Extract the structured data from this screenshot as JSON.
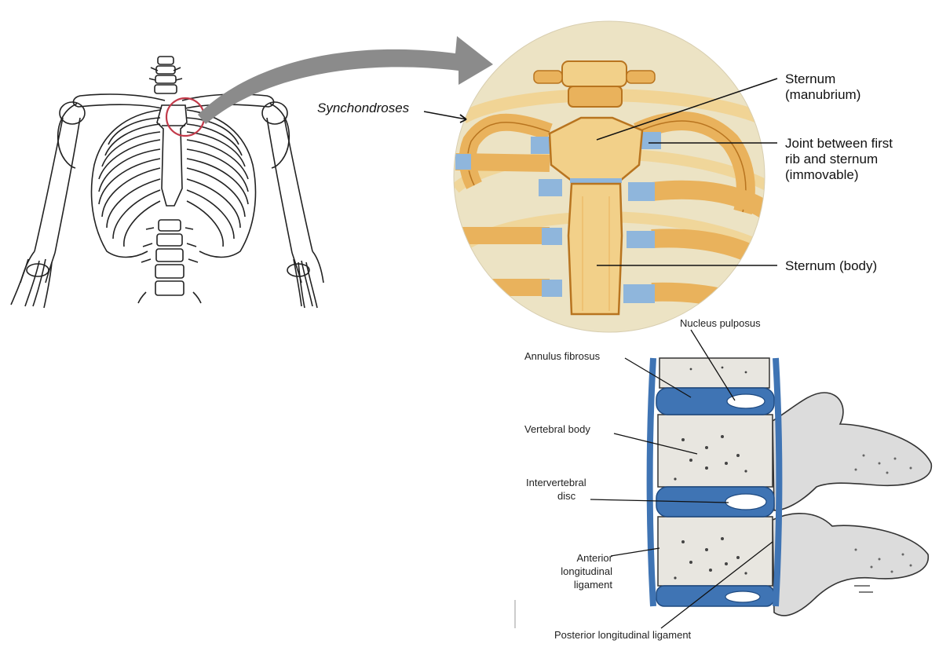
{
  "upper_figure": {
    "callout_label": "Synchondroses",
    "labels": {
      "manubrium_line1": "Sternum",
      "manubrium_line2": "(manubrium)",
      "joint_line1": "Joint between first",
      "joint_line2": "rib and sternum",
      "joint_line3": "(immovable)",
      "body": "Sternum (body)"
    }
  },
  "lower_figure": {
    "labels": {
      "nucleus": "Nucleus pulposus",
      "annulus": "Annulus fibrosus",
      "vertebral_body": "Vertebral body",
      "ivd_line1": "Intervertebral",
      "ivd_line2": "disc",
      "anterior_line1": "Anterior",
      "anterior_line2": "longitudinal",
      "anterior_line3": "ligament",
      "posterior": "Posterior longitudinal ligament"
    }
  },
  "colors": {
    "bone": "#e9b25c",
    "bone_light": "#f2d089",
    "bone_dark": "#b8741f",
    "cartilage": "#8fb6dc",
    "inset_bg": "#ece3c4",
    "arrow": "#8b8b8b",
    "highlight_circle": "#c23a4a",
    "disc_blue": "#3f74b4",
    "vertebra_gray": "#dcdcdc"
  }
}
